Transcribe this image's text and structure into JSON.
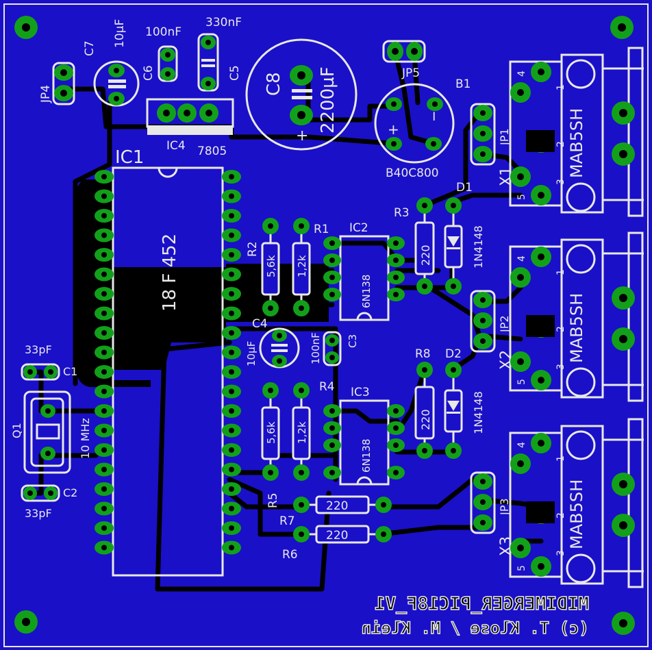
{
  "colors": {
    "board": "#1a10c8",
    "copper": "#12a01a",
    "silk": "#e8e8e8",
    "trace": "#000000"
  },
  "labels": {
    "c7": "C7",
    "c7v": "10µF",
    "c6": "C6",
    "c6v": "100nF",
    "c5": "C5",
    "c5v": "330nF",
    "c8": "C8",
    "c8v": "2200µF",
    "jp5": "JP5",
    "b1": "B1",
    "jp4": "JP4",
    "ic4": "IC4",
    "ic4v": "7805",
    "b40": "B40C800",
    "ic1": "IC1",
    "ic1v": "18 F 452",
    "r1": "R1",
    "r2": "R2",
    "r1v": "1,2k",
    "r2v": "5,6k",
    "ic2": "IC2",
    "ic2v": "6N138",
    "r3": "R3",
    "r3v": "220",
    "d1": "D1",
    "d1v": "1N4148",
    "c4": "C4",
    "c4v": "10µF",
    "c3": "C3",
    "c3v": "100nF",
    "r8": "R8",
    "r8v": "220",
    "d2": "D2",
    "d2v": "1N4148",
    "c1": "C1",
    "c1v": "33pF",
    "c2": "C2",
    "c2v": "33pF",
    "q1": "Q1",
    "q1v": "10 MHz",
    "r4": "R4",
    "r5": "R5",
    "r4v": "1,2k",
    "r5v": "5,6k",
    "ic3": "IC3",
    "ic3v": "6N138",
    "r7": "R7",
    "r6": "R6",
    "r7v": "220",
    "r6v": "220",
    "jp1": "JP1",
    "jp2": "JP2",
    "jp3": "JP3",
    "x1": "X1",
    "x2": "X2",
    "x3": "X3",
    "mab": "MAB5SH",
    "p4": "4",
    "p1": "1",
    "p2": "2",
    "p3": "3",
    "p5": "5",
    "plus": "+",
    "minus": "−",
    "credit1": "MIDIMERGER_PIC18F_V1",
    "credit2": "(c) T. Klose / M. Klein"
  }
}
